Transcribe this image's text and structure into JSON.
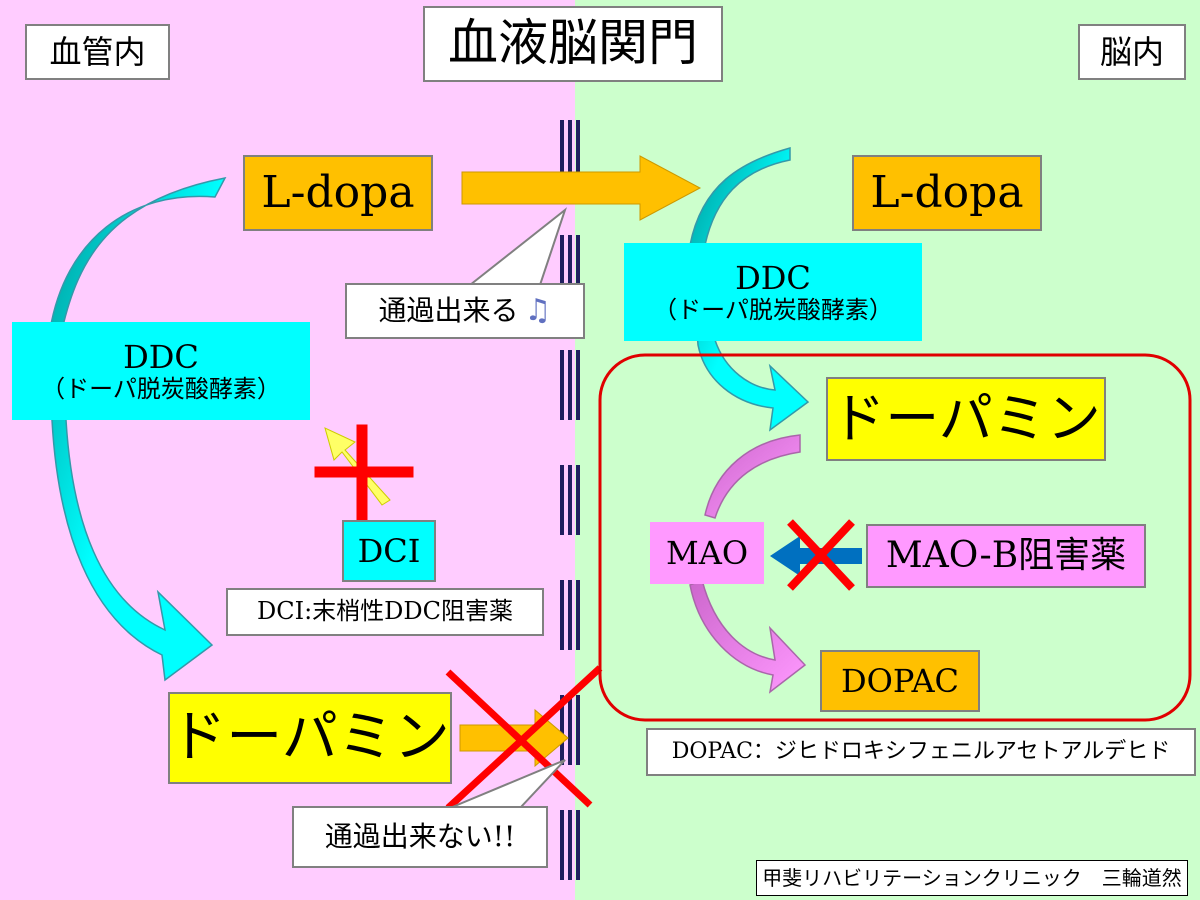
{
  "regions": {
    "left_label": "血管内",
    "title": "血液脳関門",
    "right_label": "脳内"
  },
  "left": {
    "ldopa": "L-dopa",
    "ddc_line1": "DDC",
    "ddc_line2": "（ドーパ脱炭酸酵素）",
    "dci": "DCI",
    "dci_note": "DCI:末梢性DDC阻害薬",
    "dopamine": "ドーパミン",
    "bubble_no": "通過出来ない!!"
  },
  "center": {
    "bubble_yes": "通過出来る",
    "music_icon": "music-note-icon"
  },
  "right": {
    "ldopa": "L-dopa",
    "ddc_line1": "DDC",
    "ddc_line2": "（ドーパ脱炭酸酵素）",
    "dopamine": "ドーパミン",
    "mao": "MAO",
    "maob": "MAO-B阻害薬",
    "dopac": "DOPAC",
    "dopac_note": "DOPAC：ジヒドロキシフェニルアセトアルデヒド"
  },
  "credit": "甲斐リハビリテーションクリニック　三輪道然",
  "colors": {
    "left_bg": "#FFCCFF",
    "right_bg": "#CCFFCC",
    "orange": "#FFC000",
    "yellow": "#FFFF00",
    "cyan": "#00FFFF",
    "pink": "#FF99FF",
    "red": "#FF0000",
    "blue": "#0070C0",
    "barrier": "#1F1F5F"
  }
}
